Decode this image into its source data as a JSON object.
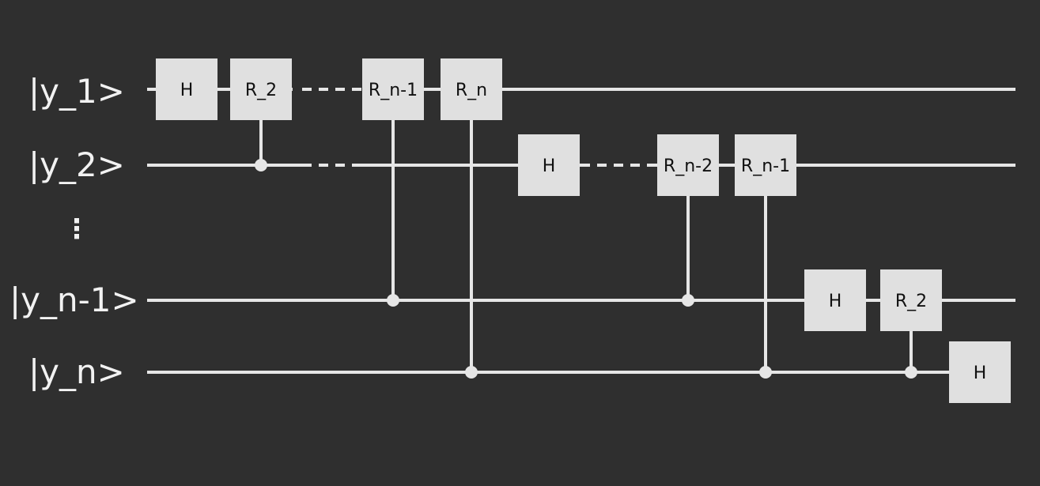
{
  "colors": {
    "background": "#2f2f2f",
    "wire": "#e6e6e6",
    "gate_fill": "#e0e0e0",
    "gate_text": "#111111",
    "label": "#f2f2f2"
  },
  "qubits": [
    {
      "label": "|y_1>"
    },
    {
      "label": "|y_2>"
    },
    {
      "label": "|y_n-1>"
    },
    {
      "label": "|y_n>"
    }
  ],
  "ellipsis": "⋮",
  "gates": [
    {
      "label": "H",
      "qubit": 0
    },
    {
      "label": "R_2",
      "qubit": 0,
      "control": 1
    },
    {
      "label": "R_n-1",
      "qubit": 0,
      "control": 2
    },
    {
      "label": "R_n",
      "qubit": 0,
      "control": 3
    },
    {
      "label": "H",
      "qubit": 1
    },
    {
      "label": "R_n-2",
      "qubit": 1,
      "control": 2
    },
    {
      "label": "R_n-1",
      "qubit": 1,
      "control": 3
    },
    {
      "label": "H",
      "qubit": 2
    },
    {
      "label": "R_2",
      "qubit": 2,
      "control": 3
    },
    {
      "label": "H",
      "qubit": 3
    }
  ]
}
